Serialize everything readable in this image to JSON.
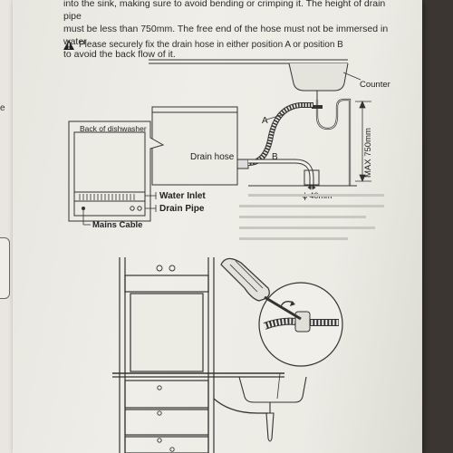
{
  "intro_lines": [
    "into the sink, making sure to avoid bending or crimping it. The height of drain pipe",
    "must be less than 750mm. The free end of the hose must not be immersed in water",
    "to avoid the back flow of it."
  ],
  "warning": {
    "icon": "warning-triangle-icon",
    "text": "Please securely fix the drain hose in either position A or position B"
  },
  "labels": {
    "counter": "Counter",
    "position_a": "A",
    "position_b": "B",
    "max_height": "MAX 750mm",
    "diameter": "ϕ 40mm",
    "drain_hose": "Drain hose",
    "back_of_dishwasher": "Back of dishwasher",
    "water_inlet": "Water Inlet",
    "drain_pipe": "Drain Pipe",
    "mains_cable": "Mains Cable"
  },
  "left_margin_char": "e"
}
